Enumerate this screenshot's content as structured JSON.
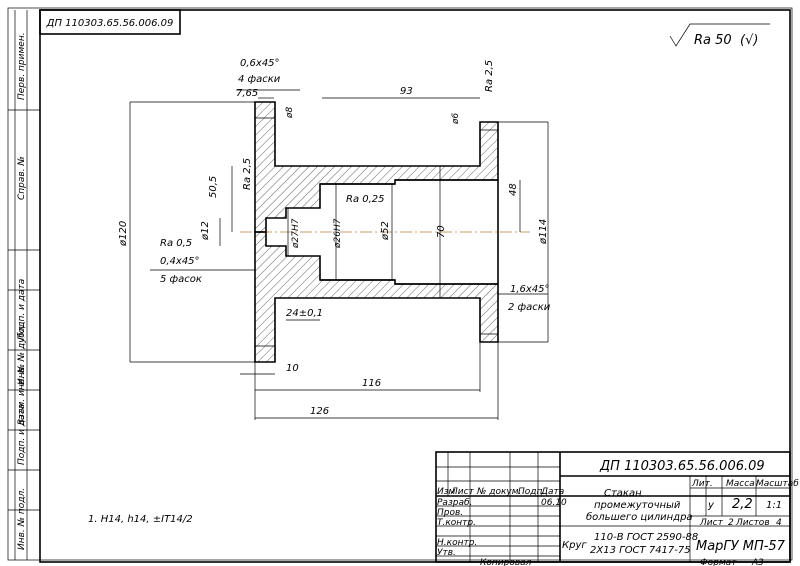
{
  "drawing": {
    "stamp_top_code": "ДП 110303.65.56.006.09",
    "roughness_general": "Ra 50",
    "roughness_general_check": "(√)",
    "notes": "1. H14, h14, ±IT14/2"
  },
  "dimensions": {
    "chamfer_small": "0,6x45°",
    "chamfer_small_count": "4 фаски",
    "d_765": "7,65",
    "d_93": "93",
    "ra_25_top": "Ra 2,5",
    "d_8": "ø8",
    "d_6": "ø6",
    "d_505": "50,5",
    "ra_25_left": "Ra 2,5",
    "d_120": "ø120",
    "d_12": "ø12",
    "ra_05": "Ra 0,5",
    "chamfer_04": "0,4x45°",
    "chamfer_04_count": "5 фасок",
    "d_27": "ø27H7",
    "d_26": "ø26H7",
    "ra_025": "Ra 0,25",
    "d_52": "ø52",
    "d_70": "70",
    "d_48": "48",
    "d_114": "ø114",
    "chamfer_16": "1,6x45°",
    "chamfer_16_count": "2 фаски",
    "d_24": "24±0,1",
    "d_10": "10",
    "d_116": "116",
    "d_126": "126"
  },
  "side_strip": [
    "Перв. примен.",
    "Справ. №",
    "Подп. и дата",
    "Инв. № дубл.",
    "Взам. инв. №",
    "Подп. и дата",
    "Инв. № подл."
  ],
  "title_block": {
    "code": "ДП 110303.65.56.006.09",
    "name_line1": "Стакан",
    "name_line2": "промежуточный",
    "name_line3": "большего цилиндра",
    "material_prefix": "Круг",
    "material_line1": "110-В ГОСТ 2590-88",
    "material_line2": "2Х13 ГОСТ 7417-75",
    "lit_header": "Лит.",
    "mass_header": "Масса",
    "scale_header": "Масштаб",
    "lit_value": "у",
    "mass_value": "2,2",
    "scale_value": "1:1",
    "sheet_label": "Лист",
    "sheet_value": "2",
    "sheets_label": "Листов",
    "sheets_value": "4",
    "org": "МарГУ МП-57",
    "col_izm": "Изм",
    "col_list": "Лист",
    "col_doc": "№ докум.",
    "col_podp": "Подп.",
    "col_date": "Дата",
    "date_value": "06.10",
    "row_razrab": "Разраб.",
    "row_prov": "Пров.",
    "row_tkontr": "Т.контр.",
    "row_nkontr": "Н.контр.",
    "row_utv": "Утв.",
    "copied": "Копировал",
    "format": "Формат",
    "format_value": "А3"
  }
}
